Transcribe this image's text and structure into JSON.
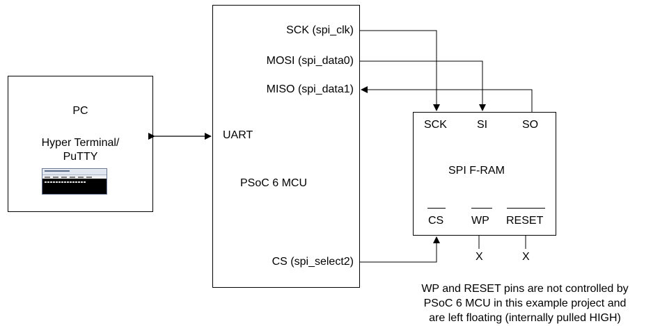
{
  "pc": {
    "title": "PC",
    "app": "Hyper Terminal/\nPuTTY"
  },
  "mcu": {
    "uart": "UART",
    "name": "PSoC 6 MCU",
    "pins": {
      "sck": "SCK (spi_clk)",
      "mosi": "MOSI (spi_data0)",
      "miso": "MISO (spi_data1)",
      "cs": "CS (spi_select2)"
    }
  },
  "fram": {
    "name": "SPI F-RAM",
    "pins": {
      "sck": "SCK",
      "si": "SI",
      "so": "SO",
      "cs": "CS",
      "wp": "WP",
      "reset": "RESET"
    },
    "nc_wp": "X",
    "nc_reset": "X"
  },
  "note": "WP and RESET pins are not controlled by\nPSoC 6 MCU in this example project and\nare left floating (internally pulled HIGH)"
}
